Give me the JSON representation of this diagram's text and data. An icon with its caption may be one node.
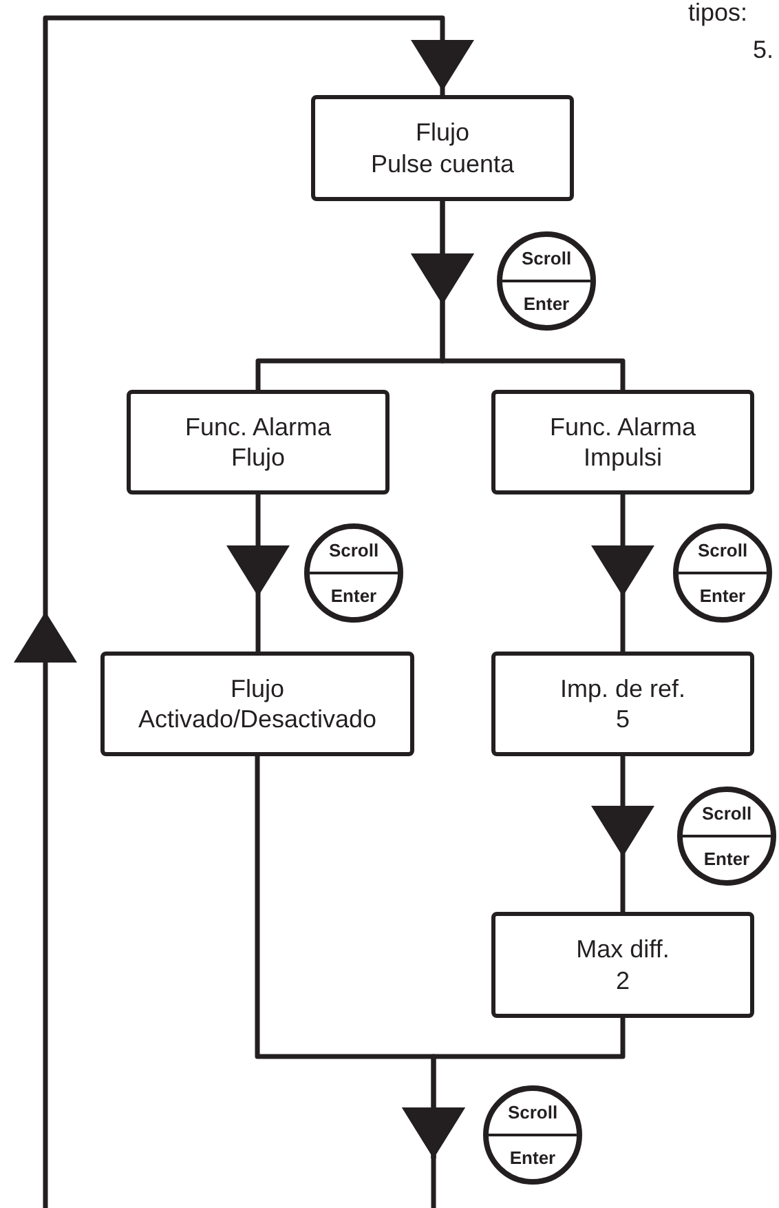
{
  "diagram": {
    "nodes": [
      {
        "text": [
          "Flujo",
          "Pulse cuenta"
        ]
      },
      {
        "text": [
          "Func. Alarma",
          "Flujo"
        ]
      },
      {
        "text": [
          "Func. Alarma",
          "Impulsi"
        ]
      },
      {
        "text": [
          "Flujo",
          "Activado/Desactivado"
        ]
      },
      {
        "text": [
          "Imp. de ref.",
          "5"
        ]
      },
      {
        "text": [
          "Max diff.",
          "2"
        ]
      }
    ],
    "edges": [
      {
        "from": 0,
        "to": 1,
        "arrow": "to"
      },
      {
        "from": 0,
        "to": 2,
        "arrow": "to"
      },
      {
        "from": 1,
        "to": 3,
        "arrow": "to"
      },
      {
        "from": 2,
        "to": 4,
        "arrow": "to"
      },
      {
        "from": 4,
        "to": 5,
        "arrow": "to"
      },
      {
        "from": 3,
        "to": null,
        "arrow": "to"
      },
      {
        "from": 5,
        "to": null,
        "arrow": "to"
      },
      {
        "from": null,
        "to": 0,
        "arrow": "to"
      }
    ],
    "labels": [
      "tipos:",
      "5.",
      "Scroll",
      "Enter",
      "Scroll",
      "Enter",
      "Scroll",
      "Enter",
      "Scroll",
      "Enter",
      "Scroll",
      "Enter"
    ]
  }
}
